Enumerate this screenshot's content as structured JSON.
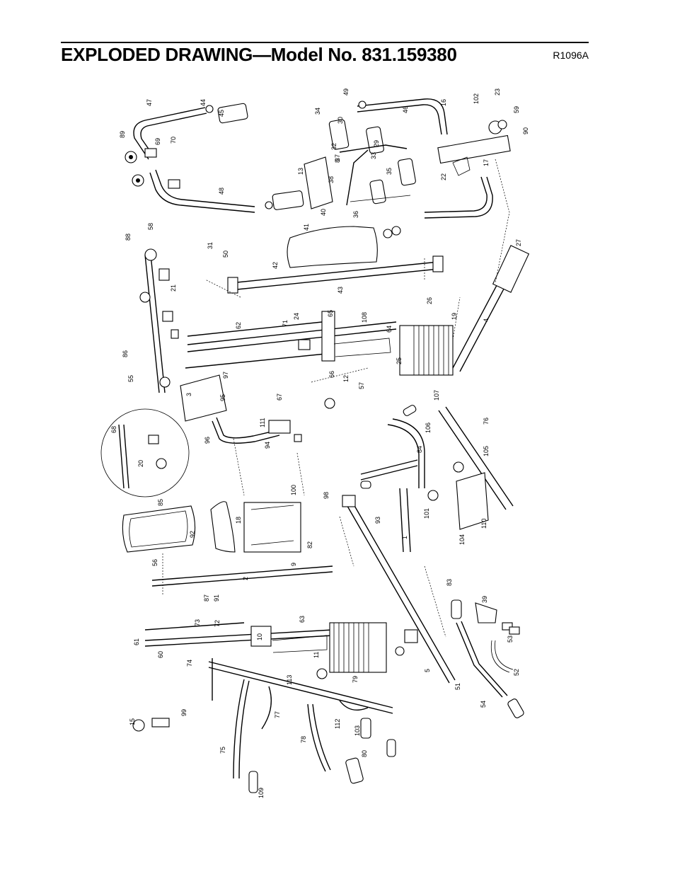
{
  "header": {
    "title": "EXPLODED DRAWING—Model No. 831.159380",
    "code": "R1096A"
  },
  "part_labels": [
    "1",
    "2",
    "3",
    "4",
    "5",
    "8",
    "9",
    "10",
    "11",
    "12",
    "13",
    "15",
    "16",
    "17",
    "18",
    "19",
    "20",
    "21",
    "22",
    "23",
    "24",
    "25",
    "26",
    "27",
    "29",
    "30",
    "31",
    "32",
    "33",
    "34",
    "35",
    "36",
    "37",
    "38",
    "39",
    "40",
    "41",
    "42",
    "43",
    "44",
    "45",
    "46",
    "47",
    "48",
    "49",
    "50",
    "51",
    "52",
    "53",
    "54",
    "55",
    "56",
    "57",
    "58",
    "59",
    "60",
    "61",
    "62",
    "63",
    "64",
    "65",
    "66",
    "67",
    "68",
    "69",
    "70",
    "71",
    "72",
    "73",
    "74",
    "75",
    "76",
    "77",
    "78",
    "79",
    "80",
    "82",
    "83",
    "84",
    "85",
    "86",
    "87",
    "88",
    "89",
    "90",
    "91",
    "92",
    "93",
    "94",
    "95",
    "96",
    "97",
    "98",
    "99",
    "100",
    "101",
    "102",
    "103",
    "104",
    "105",
    "106",
    "107",
    "108",
    "109",
    "110",
    "111",
    "112",
    "113"
  ]
}
